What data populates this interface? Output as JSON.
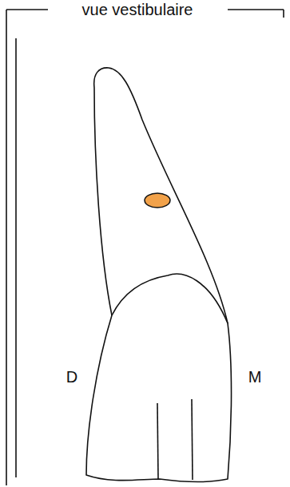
{
  "diagram": {
    "title": "vue vestibulaire",
    "labels": [
      "D",
      "M"
    ]
  }
}
